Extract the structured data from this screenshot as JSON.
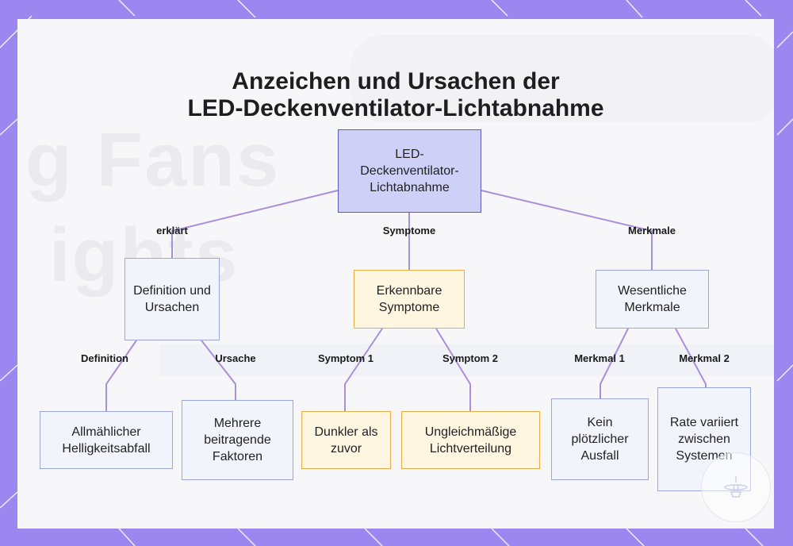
{
  "title": {
    "line1": "Anzeichen und Ursachen der",
    "line2": "LED-Deckenventilator-Lichtabnahme"
  },
  "background": {
    "text1": "g Fans",
    "text2": "ights"
  },
  "nodes": {
    "root": "LED-Deckenventilator-Lichtabnahme",
    "definition_causes": "Definition und Ursachen",
    "recognizable_symptoms": "Erkennbare Symptome",
    "essential_features": "Wesentliche Merkmale",
    "gradual_decline": "Allmählicher Helligkeitsabfall",
    "multiple_factors": "Mehrere beitragende Faktoren",
    "darker": "Dunkler als zuvor",
    "uneven": "Ungleichmäßige Lichtverteilung",
    "no_sudden_failure": "Kein plötzlicher Ausfall",
    "rate_varies": "Rate variiert zwischen Systemen"
  },
  "edges": {
    "explains": "erklärt",
    "symptoms": "Symptome",
    "features": "Merkmale",
    "definition": "Definition",
    "cause": "Ursache",
    "symptom1": "Symptom 1",
    "symptom2": "Symptom 2",
    "feature1": "Merkmal 1",
    "feature2": "Merkmal 2"
  },
  "colors": {
    "frame": "#9c86f0",
    "edge": "#a98fd8",
    "root_fill": "#cfd0f8",
    "root_border": "#5b5bc4",
    "blue_border": "#9aa6dc",
    "orange_border": "#e8ad48"
  },
  "icons": {
    "watermark": "ceiling-fan-logo-icon"
  }
}
